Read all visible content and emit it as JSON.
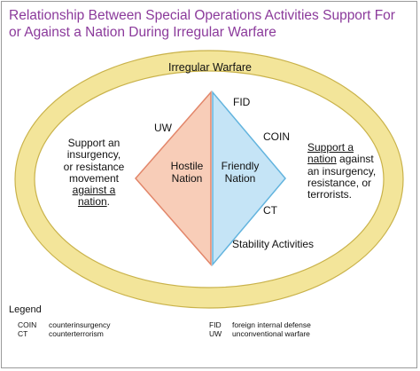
{
  "title": {
    "line1": "Relationship Between Special Operations Activities Support For",
    "line2": "or Against a Nation During Irregular Warfare"
  },
  "colors": {
    "title": "#8b3a9b",
    "ring_fill": "#f3e59a",
    "ring_stroke": "#c9b24a",
    "hostile_fill": "#f8cdb8",
    "hostile_stroke": "#e2866a",
    "friendly_fill": "#c5e4f6",
    "friendly_stroke": "#63b4de"
  },
  "diagram": {
    "ring_label": "Irregular Warfare",
    "hostile_label": [
      "Hostile",
      "Nation"
    ],
    "friendly_label": [
      "Friendly",
      "Nation"
    ],
    "uw": "UW",
    "fid": "FID",
    "coin": "COIN",
    "ct": "CT",
    "stability": "Stability Activities",
    "left_text": {
      "l1": "Support an",
      "l2": "insurgency,",
      "l3": "or resistance",
      "l4": "movement",
      "l5": "against a",
      "l6": "nation",
      "l6_suffix": "."
    },
    "right_text": {
      "l1": "Support a",
      "l2": "nation",
      "l2_suffix": " against",
      "l3": "an insurgency,",
      "l4": "resistance, or",
      "l5": "terrorists."
    }
  },
  "legend": {
    "title": "Legend",
    "entries": [
      {
        "abbr": "COIN",
        "def": "counterinsurgency"
      },
      {
        "abbr": "CT",
        "def": "counterterrorism"
      },
      {
        "abbr": "FID",
        "def": "foreign internal defense"
      },
      {
        "abbr": "UW",
        "def": "unconventional warfare"
      }
    ]
  }
}
